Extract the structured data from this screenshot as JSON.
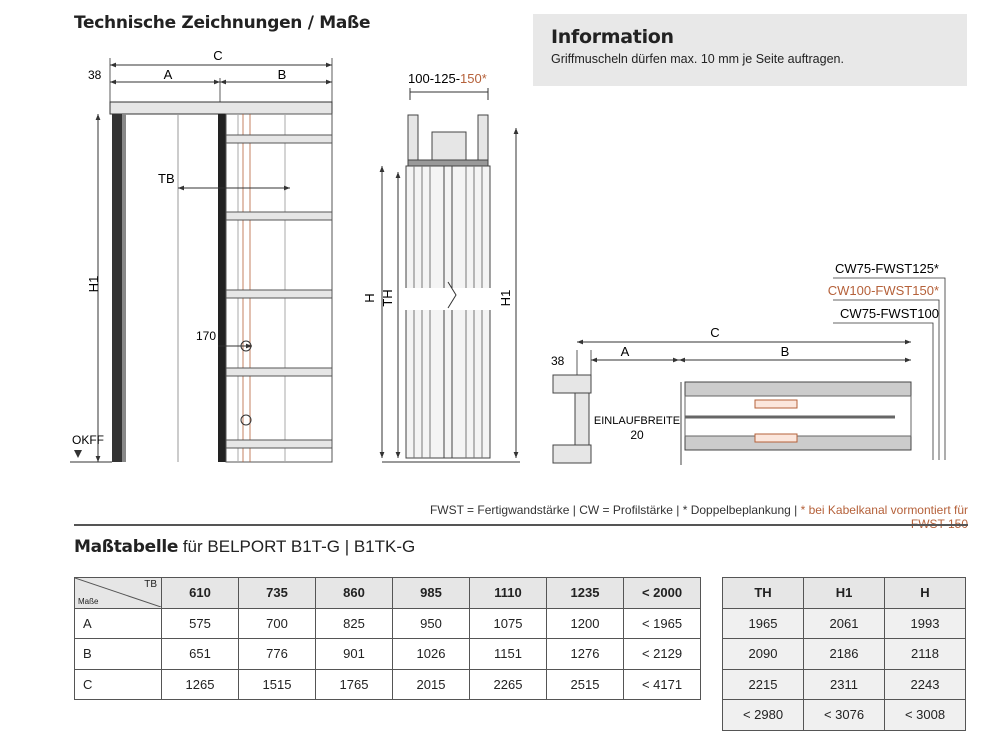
{
  "drawing": {
    "title": "Technische Zeichnungen / Maße",
    "front": {
      "c": "C",
      "a": "A",
      "b": "B",
      "dim38": "38",
      "tb": "TB",
      "h1": "H1",
      "dim170": "170",
      "okff": "OKFF"
    },
    "side": {
      "top_a": "100-125-",
      "top_b": "150*",
      "h": "H",
      "th": "TH",
      "h1": "H1"
    },
    "plan": {
      "label1": "CW75-FWST125*",
      "label2": "CW100-FWST150*",
      "label3": "CW75-FWST100",
      "c": "C",
      "a": "A",
      "b": "B",
      "dim38": "38",
      "einlauf": "EINLAUFBREITE",
      "einlauf_val": "20"
    }
  },
  "info": {
    "title": "Information",
    "text": "Griffmuscheln dürfen max. 10 mm je Seite auftragen."
  },
  "legend": {
    "part1": "FWST = Fertigwandstärke | CW = Profilstärke | * Doppelbeplankung | ",
    "part2": "* bei Kabelkanal vormontiert für FWST 150"
  },
  "table_title": {
    "bold": "Maßtabelle",
    "rest": " für BELPORT B1T-G | B1TK-G"
  },
  "table1": {
    "corner_top": "TB",
    "corner_bottom": "Maße",
    "headers": [
      "610",
      "735",
      "860",
      "985",
      "1110",
      "1235",
      "< 2000"
    ],
    "rows": [
      {
        "label": "A",
        "values": [
          "575",
          "700",
          "825",
          "950",
          "1075",
          "1200",
          "< 1965"
        ]
      },
      {
        "label": "B",
        "values": [
          "651",
          "776",
          "901",
          "1026",
          "1151",
          "1276",
          "< 2129"
        ]
      },
      {
        "label": "C",
        "values": [
          "1265",
          "1515",
          "1765",
          "2015",
          "2265",
          "2515",
          "< 4171"
        ]
      }
    ]
  },
  "table2": {
    "headers": [
      "TH",
      "H1",
      "H"
    ],
    "rows": [
      [
        "1965",
        "2061",
        "1993"
      ],
      [
        "2090",
        "2186",
        "2118"
      ],
      [
        "2215",
        "2311",
        "2243"
      ],
      [
        "< 2980",
        "< 3076",
        "< 3008"
      ]
    ]
  },
  "colors": {
    "accent": "#b5613a",
    "line": "#333333",
    "fill": "#e6e6e6"
  }
}
